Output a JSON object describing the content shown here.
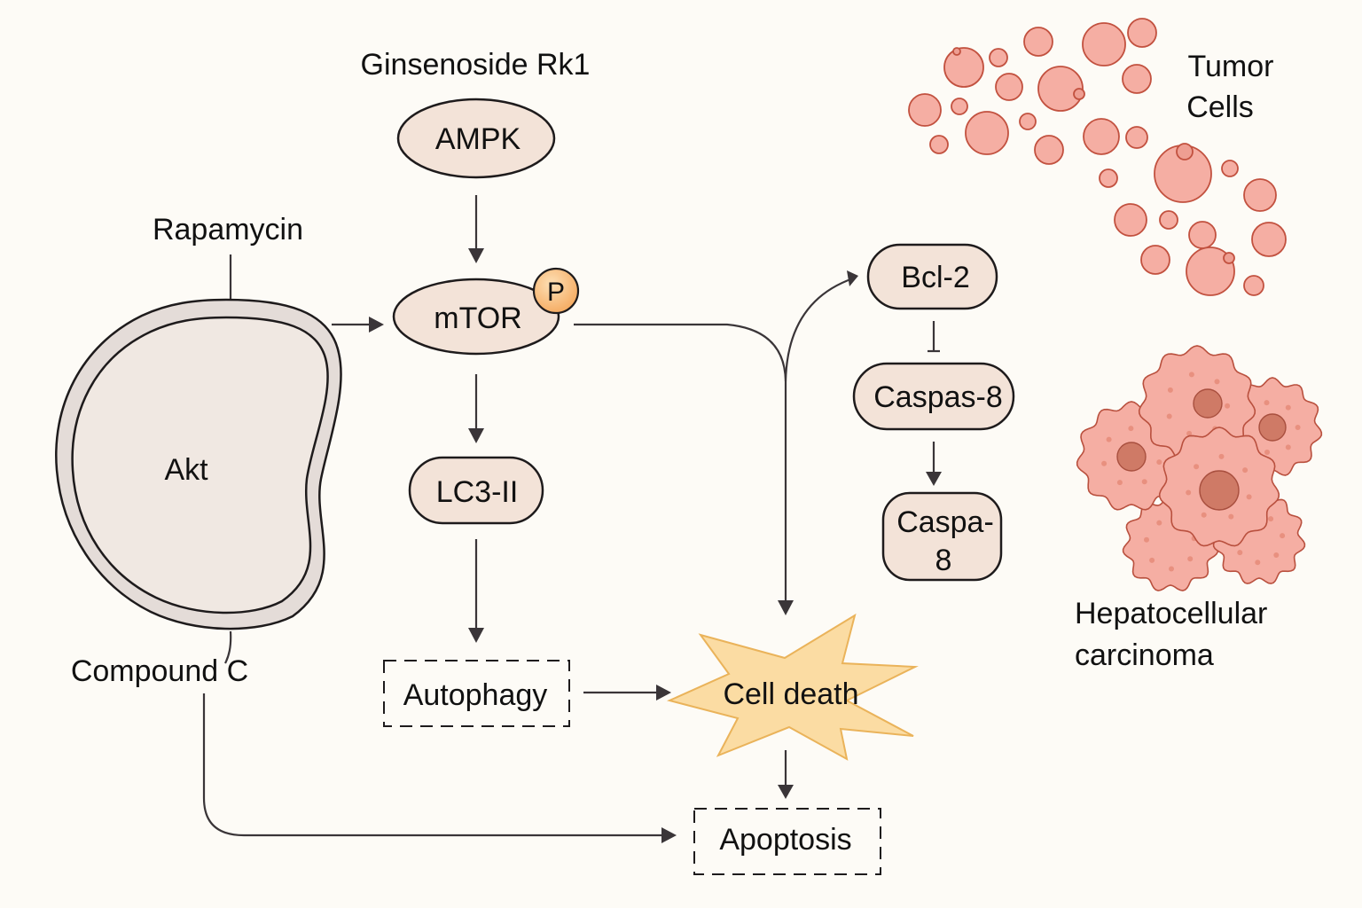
{
  "labels": {
    "ginsenoside": "Ginsenoside Rk1",
    "rapamycin": "Rapamycin",
    "compound_c": "Compound C",
    "tumor_line1": "Tumor",
    "tumor_line2": "Cells",
    "hcc_line1": "Hepatocellular",
    "hcc_line2": "carcinoma"
  },
  "nodes": {
    "ampk": "AMPK",
    "mtor": "mTOR",
    "phospho": "P",
    "akt": "Akt",
    "lc3": "LC3-II",
    "autophagy": "Autophagy",
    "cell_death": "Cell death",
    "apoptosis": "Apoptosis",
    "bcl2": "Bcl-2",
    "caspas8": "Caspas-8",
    "caspa_line1": "Caspa-",
    "caspa_line2": "8"
  },
  "edges": [
    {
      "from": "AMPK",
      "to": "mTOR",
      "type": "activation"
    },
    {
      "from": "Akt",
      "to": "mTOR",
      "type": "activation"
    },
    {
      "from": "mTOR",
      "to": "LC3-II",
      "type": "activation"
    },
    {
      "from": "LC3-II",
      "to": "Autophagy",
      "type": "activation"
    },
    {
      "from": "Autophagy",
      "to": "Cell death",
      "type": "activation"
    },
    {
      "from": "mTOR",
      "to": "Cell death",
      "type": "activation"
    },
    {
      "from": "mTOR",
      "to": "Bcl-2",
      "type": "activation"
    },
    {
      "from": "Bcl-2",
      "to": "Caspas-8",
      "type": "inhibition"
    },
    {
      "from": "Caspas-8",
      "to": "Caspa-8",
      "type": "activation"
    },
    {
      "from": "Cell death",
      "to": "Apoptosis",
      "type": "activation"
    },
    {
      "from": "Compound C",
      "to": "Apoptosis",
      "type": "activation"
    }
  ],
  "colors": {
    "background": "#fdfbf6",
    "node_fill": "#f3e3d8",
    "akt_fill": "#f0e8e2",
    "akt_rim": "#e4dcd8",
    "phospho_fill": "#f8b977",
    "burst_fill": "#fbdca3",
    "burst_stroke": "#eab35a",
    "tumor_fill": "#f5aea3",
    "tumor_stroke": "#c2513f",
    "nucleus_fill": "#cf7a66",
    "arrow": "#3a3538"
  }
}
